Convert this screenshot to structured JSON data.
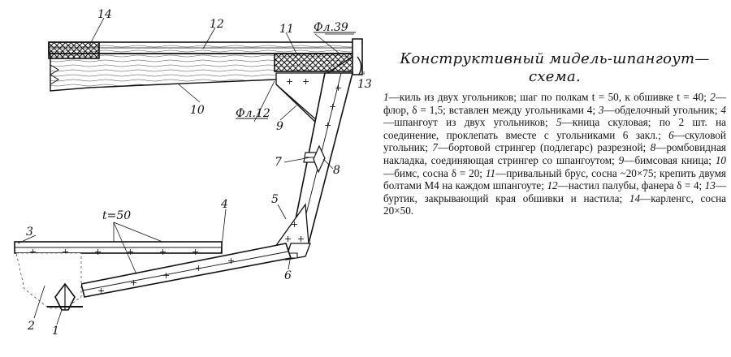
{
  "figure": {
    "labels": {
      "l1": "1",
      "l2": "2",
      "l3": "3",
      "l4": "4",
      "l5": "5",
      "l6": "6",
      "l7": "7",
      "l8": "8",
      "l9": "9",
      "l10": "10",
      "l11": "11",
      "l12": "12",
      "l13": "13",
      "l14": "14",
      "fl39": "Фл.39",
      "fl12": "Фл.12",
      "t50": "t=50"
    }
  },
  "caption": {
    "title_line1": "Конструктивный мидель-шпангоут—",
    "title_line2": "схема.",
    "items": [
      {
        "num": "1",
        "text": "—киль из двух угольников; шаг по полкам t = 50, к обшивке t = 40; "
      },
      {
        "num": "2",
        "text": "—флор, δ = 1,5; вставлен между угольниками 4; "
      },
      {
        "num": "3",
        "text": "—обделочный угольник; "
      },
      {
        "num": "4",
        "text": "—шпангоут из двух угольников; "
      },
      {
        "num": "5",
        "text": "—кница скуловая; по 2 шт. на соединение, проклепать вместе с угольниками 6 закл.; "
      },
      {
        "num": "6",
        "text": "—скуловой угольник; "
      },
      {
        "num": "7",
        "text": "—бортовой стрингер (подлегарс) разрезной; "
      },
      {
        "num": "8",
        "text": "—ромбовидная накладка, соединяющая стрингер со шпангоутом; "
      },
      {
        "num": "9",
        "text": "—бимсовая кница; "
      },
      {
        "num": "10",
        "text": "—бимс, сосна δ = 20; "
      },
      {
        "num": "11",
        "text": "—привальный брус, сосна ~20×75; крепить двумя болтами М4 на каждом шпангоуте; "
      },
      {
        "num": "12",
        "text": "—настил палубы, фанера δ = 4; "
      },
      {
        "num": "13",
        "text": "—буртик, закрывающий края обшивки и настила; "
      },
      {
        "num": "14",
        "text": "—карленгс, сосна 20×50."
      }
    ]
  }
}
